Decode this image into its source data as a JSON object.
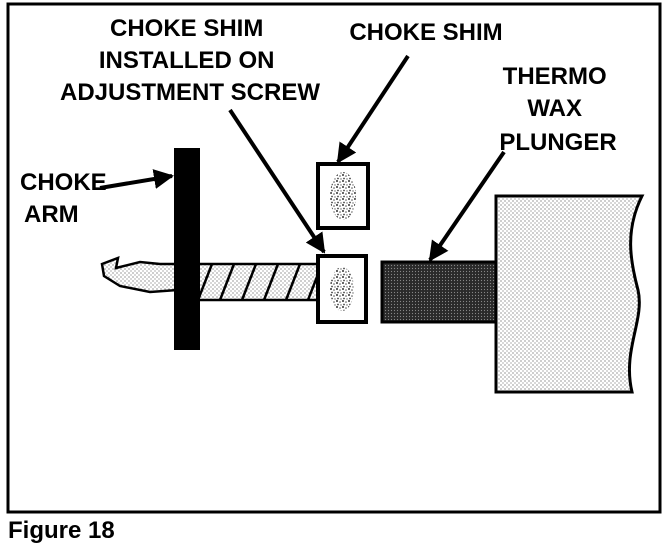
{
  "figure": {
    "caption": "Figure 18",
    "labels": {
      "choke_arm": [
        "CHOKE",
        "ARM"
      ],
      "installed_shim": [
        "CHOKE SHIM",
        "INSTALLED ON",
        "ADJUSTMENT SCREW"
      ],
      "loose_shim": [
        "CHOKE SHIM"
      ],
      "plunger": [
        "THERMO",
        "WAX",
        "PLUNGER"
      ]
    }
  }
}
